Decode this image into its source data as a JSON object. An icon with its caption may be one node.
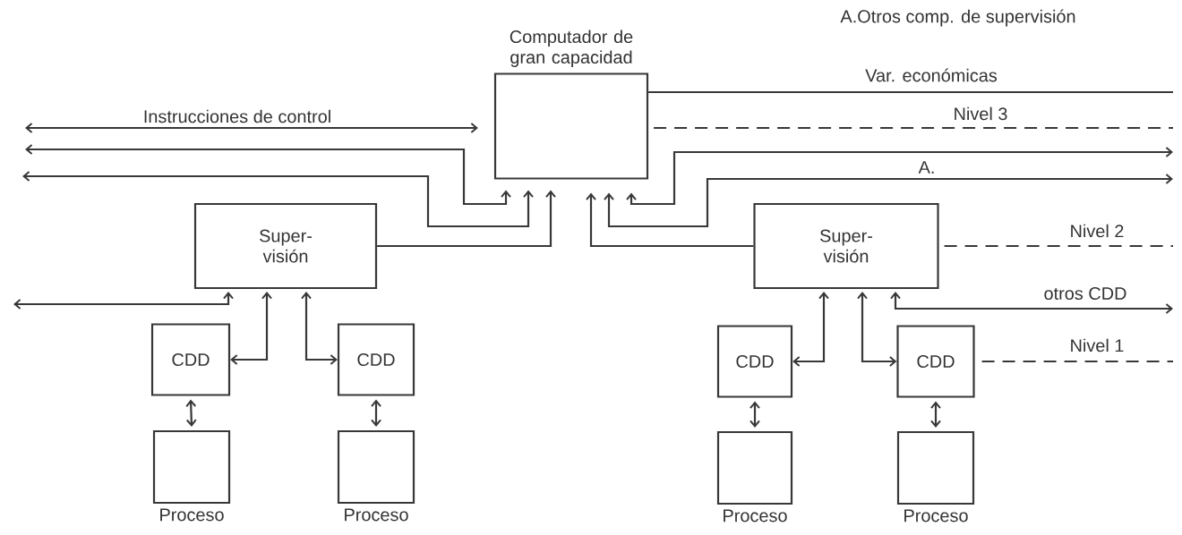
{
  "diagram": {
    "nodes": [
      {
        "text": [
          "Computador de gran capacidad"
        ]
      },
      {
        "text": [
          "Super- visión"
        ]
      },
      {
        "text": [
          "CDD"
        ]
      },
      {
        "text": [
          "CDD"
        ]
      },
      {
        "text": [
          "Proceso"
        ]
      },
      {
        "text": [
          "Proceso"
        ]
      },
      {
        "text": [
          "Super- visión"
        ]
      },
      {
        "text": [
          "CDD"
        ]
      },
      {
        "text": [
          "CDD"
        ]
      },
      {
        "text": [
          "Proceso"
        ]
      },
      {
        "text": [
          "Proceso"
        ]
      }
    ],
    "edges": [
      {
        "from": null,
        "to": 0,
        "arrow": "both",
        "label": "Instrucciones de control"
      },
      {
        "from": null,
        "to": 0,
        "arrow": "both"
      },
      {
        "from": null,
        "to": 0,
        "arrow": "both"
      },
      {
        "from": 1,
        "to": 0,
        "arrow": "to"
      },
      {
        "from": null,
        "to": 1,
        "arrow": "both"
      },
      {
        "from": 1,
        "to": 2,
        "arrow": "both"
      },
      {
        "from": 1,
        "to": 3,
        "arrow": "both"
      },
      {
        "from": 2,
        "to": 4,
        "arrow": "both"
      },
      {
        "from": 3,
        "to": 5,
        "arrow": "both"
      },
      {
        "from": 0,
        "to": null,
        "arrow": "none",
        "label": "Var. económicas"
      },
      {
        "from": 0,
        "to": null,
        "arrow": "none",
        "style": "dashed",
        "label": "Nivel 3"
      },
      {
        "from": 0,
        "to": null,
        "arrow": "both"
      },
      {
        "from": 0,
        "to": null,
        "arrow": "both",
        "label": "A."
      },
      {
        "from": 6,
        "to": 0,
        "arrow": "to"
      },
      {
        "from": 6,
        "to": null,
        "arrow": "none",
        "style": "dashed",
        "label": "Nivel 2"
      },
      {
        "from": 6,
        "to": null,
        "arrow": "both",
        "label": "otros CDD"
      },
      {
        "from": 6,
        "to": 7,
        "arrow": "both"
      },
      {
        "from": 6,
        "to": 8,
        "arrow": "both"
      },
      {
        "from": 8,
        "to": null,
        "arrow": "none",
        "style": "dashed",
        "label": "Nivel 1"
      },
      {
        "from": 7,
        "to": 9,
        "arrow": "both"
      },
      {
        "from": 8,
        "to": 10,
        "arrow": "both"
      }
    ],
    "labels": [
      "A.Otros comp. de supervisión"
    ]
  }
}
